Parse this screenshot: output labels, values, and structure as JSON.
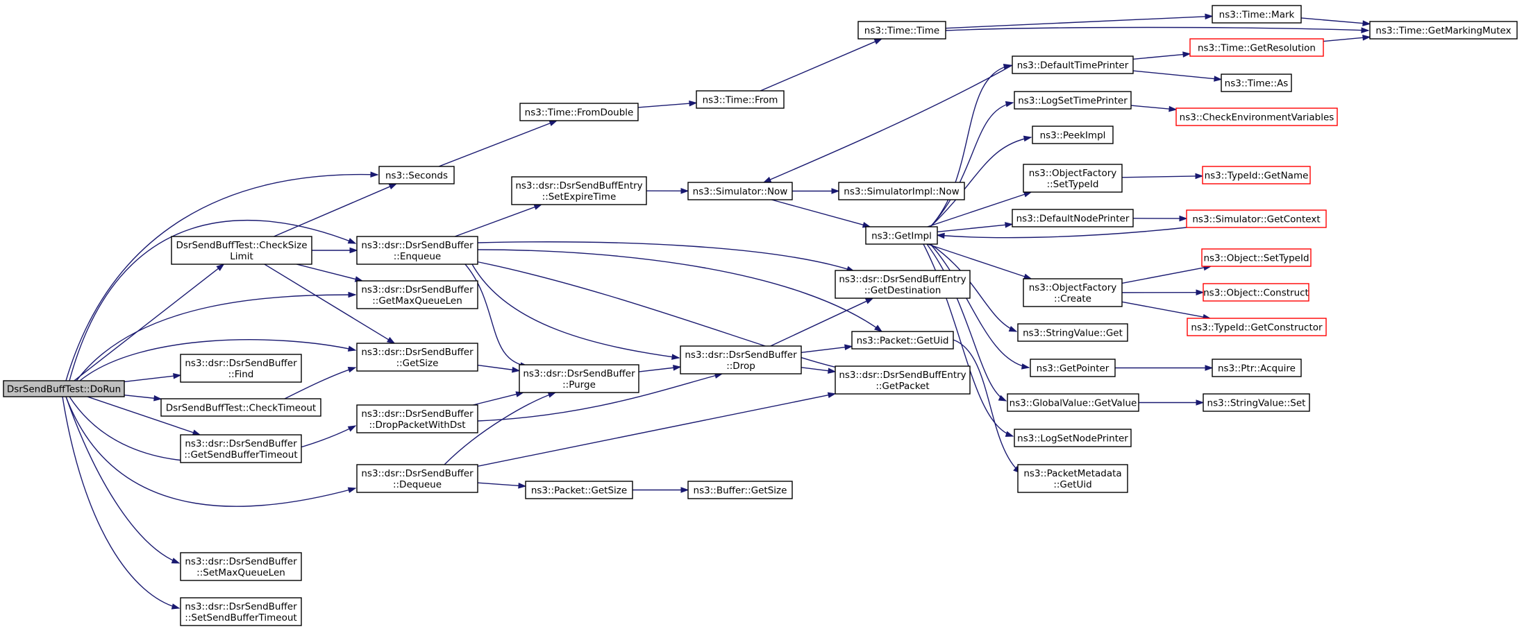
{
  "colors": {
    "edge": "#191970",
    "node_border": "#000000",
    "truncated_border": "#ff0000",
    "root_fill": "#bfbfbf"
  },
  "nodes": [
    {
      "id": "root",
      "lines": [
        "DsrSendBuffTest::DoRun"
      ],
      "root": true
    },
    {
      "id": "seconds",
      "lines": [
        "ns3::Seconds"
      ]
    },
    {
      "id": "checksize",
      "lines": [
        "DsrSendBuffTest::CheckSize",
        "Limit"
      ]
    },
    {
      "id": "enqueue",
      "lines": [
        "ns3::dsr::DsrSendBuffer",
        "::Enqueue"
      ]
    },
    {
      "id": "getmaxqlen",
      "lines": [
        "ns3::dsr::DsrSendBuffer",
        "::GetMaxQueueLen"
      ]
    },
    {
      "id": "getsize",
      "lines": [
        "ns3::dsr::DsrSendBuffer",
        "::GetSize"
      ]
    },
    {
      "id": "find",
      "lines": [
        "ns3::dsr::DsrSendBuffer",
        "::Find"
      ]
    },
    {
      "id": "checktimeout",
      "lines": [
        "DsrSendBuffTest::CheckTimeout"
      ]
    },
    {
      "id": "getsbt",
      "lines": [
        "ns3::dsr::DsrSendBuffer",
        "::GetSendBufferTimeout"
      ]
    },
    {
      "id": "droppwd",
      "lines": [
        "ns3::dsr::DsrSendBuffer",
        "::DropPacketWithDst"
      ]
    },
    {
      "id": "dequeue",
      "lines": [
        "ns3::dsr::DsrSendBuffer",
        "::Dequeue"
      ]
    },
    {
      "id": "setmaxqlen",
      "lines": [
        "ns3::dsr::DsrSendBuffer",
        "::SetMaxQueueLen"
      ]
    },
    {
      "id": "setsbt",
      "lines": [
        "ns3::dsr::DsrSendBuffer",
        "::SetSendBufferTimeout"
      ]
    },
    {
      "id": "fromdouble",
      "lines": [
        "ns3::Time::FromDouble"
      ]
    },
    {
      "id": "setexpire",
      "lines": [
        "ns3::dsr::DsrSendBuffEntry",
        "::SetExpireTime"
      ]
    },
    {
      "id": "purge",
      "lines": [
        "ns3::dsr::DsrSendBuffer",
        "::Purge"
      ]
    },
    {
      "id": "pktgetsize",
      "lines": [
        "ns3::Packet::GetSize"
      ]
    },
    {
      "id": "timefrom",
      "lines": [
        "ns3::Time::From"
      ]
    },
    {
      "id": "simnow",
      "lines": [
        "ns3::Simulator::Now"
      ]
    },
    {
      "id": "drop",
      "lines": [
        "ns3::dsr::DsrSendBuffer",
        "::Drop"
      ]
    },
    {
      "id": "bufgetsize",
      "lines": [
        "ns3::Buffer::GetSize"
      ]
    },
    {
      "id": "timetime",
      "lines": [
        "ns3::Time::Time"
      ]
    },
    {
      "id": "simimplnow",
      "lines": [
        "ns3::SimulatorImpl::Now"
      ]
    },
    {
      "id": "getimpl",
      "lines": [
        "ns3::GetImpl"
      ]
    },
    {
      "id": "getdest",
      "lines": [
        "ns3::dsr::DsrSendBuffEntry",
        "::GetDestination"
      ]
    },
    {
      "id": "getuid",
      "lines": [
        "ns3::Packet::GetUid"
      ]
    },
    {
      "id": "getpacket",
      "lines": [
        "ns3::dsr::DsrSendBuffEntry",
        "::GetPacket"
      ]
    },
    {
      "id": "deftimeprinter",
      "lines": [
        "ns3::DefaultTimePrinter"
      ]
    },
    {
      "id": "logsettimeprinter",
      "lines": [
        "ns3::LogSetTimePrinter"
      ]
    },
    {
      "id": "peekimpl",
      "lines": [
        "ns3::PeekImpl"
      ]
    },
    {
      "id": "ofsettypeid",
      "lines": [
        "ns3::ObjectFactory",
        "::SetTypeId"
      ]
    },
    {
      "id": "defnodeprinter",
      "lines": [
        "ns3::DefaultNodePrinter"
      ]
    },
    {
      "id": "ofcreate",
      "lines": [
        "ns3::ObjectFactory",
        "::Create"
      ]
    },
    {
      "id": "strvalget",
      "lines": [
        "ns3::StringValue::Get"
      ]
    },
    {
      "id": "getpointer",
      "lines": [
        "ns3::GetPointer"
      ]
    },
    {
      "id": "gvgetvalue",
      "lines": [
        "ns3::GlobalValue::GetValue"
      ]
    },
    {
      "id": "logsetnodeprinter",
      "lines": [
        "ns3::LogSetNodePrinter"
      ]
    },
    {
      "id": "pmgetuid",
      "lines": [
        "ns3::PacketMetadata",
        "::GetUid"
      ]
    },
    {
      "id": "timemark",
      "lines": [
        "ns3::Time::Mark"
      ]
    },
    {
      "id": "getresolution",
      "lines": [
        "ns3::Time::GetResolution"
      ],
      "truncated": true
    },
    {
      "id": "timeas",
      "lines": [
        "ns3::Time::As"
      ]
    },
    {
      "id": "checkenv",
      "lines": [
        "ns3::CheckEnvironmentVariables"
      ],
      "truncated": true
    },
    {
      "id": "typeidgetname",
      "lines": [
        "ns3::TypeId::GetName"
      ],
      "truncated": true
    },
    {
      "id": "simgetcontext",
      "lines": [
        "ns3::Simulator::GetContext"
      ],
      "truncated": true
    },
    {
      "id": "objsettypeid",
      "lines": [
        "ns3::Object::SetTypeId"
      ],
      "truncated": true
    },
    {
      "id": "objconstruct",
      "lines": [
        "ns3::Object::Construct"
      ],
      "truncated": true
    },
    {
      "id": "typeidgetctor",
      "lines": [
        "ns3::TypeId::GetConstructor"
      ],
      "truncated": true
    },
    {
      "id": "ptracquire",
      "lines": [
        "ns3::Ptr::Acquire"
      ]
    },
    {
      "id": "strvalset",
      "lines": [
        "ns3::StringValue::Set"
      ]
    },
    {
      "id": "getmarkingmutex",
      "lines": [
        "ns3::Time::GetMarkingMutex"
      ]
    }
  ],
  "edges": [
    [
      "root",
      "seconds"
    ],
    [
      "root",
      "checksize"
    ],
    [
      "root",
      "enqueue"
    ],
    [
      "root",
      "getmaxqlen"
    ],
    [
      "root",
      "getsize"
    ],
    [
      "root",
      "find"
    ],
    [
      "root",
      "checktimeout"
    ],
    [
      "root",
      "getsbt"
    ],
    [
      "root",
      "droppwd"
    ],
    [
      "root",
      "dequeue"
    ],
    [
      "root",
      "setmaxqlen"
    ],
    [
      "root",
      "setsbt"
    ],
    [
      "checksize",
      "seconds"
    ],
    [
      "checksize",
      "enqueue"
    ],
    [
      "checksize",
      "getmaxqlen"
    ],
    [
      "checksize",
      "getsize"
    ],
    [
      "checktimeout",
      "getsize"
    ],
    [
      "seconds",
      "fromdouble"
    ],
    [
      "fromdouble",
      "timefrom"
    ],
    [
      "timefrom",
      "timetime"
    ],
    [
      "timetime",
      "timemark"
    ],
    [
      "timetime",
      "getmarkingmutex"
    ],
    [
      "timemark",
      "getmarkingmutex"
    ],
    [
      "enqueue",
      "setexpire"
    ],
    [
      "enqueue",
      "getdest"
    ],
    [
      "enqueue",
      "purge"
    ],
    [
      "enqueue",
      "drop"
    ],
    [
      "enqueue",
      "getuid"
    ],
    [
      "enqueue",
      "getpacket"
    ],
    [
      "setexpire",
      "simnow"
    ],
    [
      "simnow",
      "simimplnow"
    ],
    [
      "simnow",
      "getimpl"
    ],
    [
      "getsize",
      "purge"
    ],
    [
      "purge",
      "drop"
    ],
    [
      "droppwd",
      "purge"
    ],
    [
      "droppwd",
      "drop"
    ],
    [
      "dequeue",
      "purge"
    ],
    [
      "dequeue",
      "getpacket"
    ],
    [
      "dequeue",
      "pktgetsize"
    ],
    [
      "pktgetsize",
      "bufgetsize"
    ],
    [
      "drop",
      "getdest"
    ],
    [
      "drop",
      "getuid"
    ],
    [
      "drop",
      "getpacket"
    ],
    [
      "getuid",
      "pmgetuid"
    ],
    [
      "getimpl",
      "deftimeprinter"
    ],
    [
      "getimpl",
      "logsettimeprinter"
    ],
    [
      "getimpl",
      "peekimpl"
    ],
    [
      "getimpl",
      "ofsettypeid"
    ],
    [
      "getimpl",
      "defnodeprinter"
    ],
    [
      "getimpl",
      "ofcreate"
    ],
    [
      "getimpl",
      "strvalget"
    ],
    [
      "getimpl",
      "getpointer"
    ],
    [
      "getimpl",
      "gvgetvalue"
    ],
    [
      "getimpl",
      "logsetnodeprinter"
    ],
    [
      "deftimeprinter",
      "simnow"
    ],
    [
      "deftimeprinter",
      "getresolution"
    ],
    [
      "deftimeprinter",
      "timeas"
    ],
    [
      "getresolution",
      "getmarkingmutex"
    ],
    [
      "logsettimeprinter",
      "checkenv"
    ],
    [
      "ofsettypeid",
      "typeidgetname"
    ],
    [
      "defnodeprinter",
      "simgetcontext"
    ],
    [
      "simgetcontext",
      "getimpl"
    ],
    [
      "ofcreate",
      "objsettypeid"
    ],
    [
      "ofcreate",
      "objconstruct"
    ],
    [
      "ofcreate",
      "typeidgetctor"
    ],
    [
      "getpointer",
      "ptracquire"
    ],
    [
      "gvgetvalue",
      "strvalset"
    ]
  ]
}
